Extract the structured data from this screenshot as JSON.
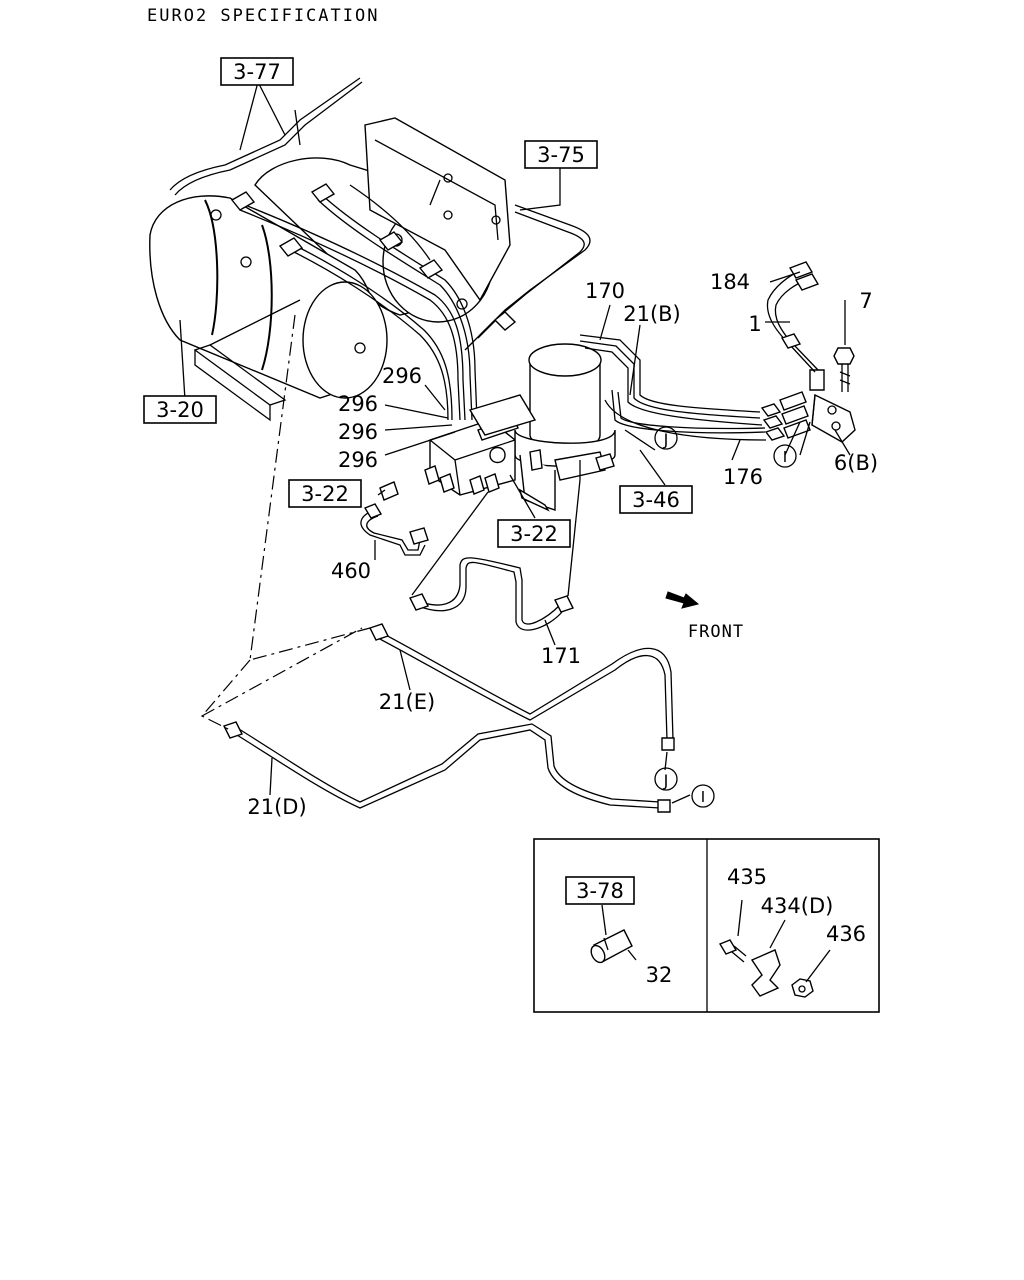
{
  "title": "EURO2 SPECIFICATION",
  "refs": {
    "r377": "3-77",
    "r375": "3-75",
    "r320": "3-20",
    "r322a": "3-22",
    "r322b": "3-22",
    "r346": "3-46",
    "r378": "3-78"
  },
  "parts": {
    "p184": "184",
    "p7": "7",
    "p1": "1",
    "p170": "170",
    "p21b": "21(B)",
    "p296a": "296",
    "p296b": "296",
    "p296c": "296",
    "p296d": "296",
    "p176": "176",
    "p6b": "6(B)",
    "p460": "460",
    "p171": "171",
    "p21e": "21(E)",
    "p21d": "21(D)",
    "p435": "435",
    "p434d": "434(D)",
    "p436": "436",
    "p32": "32"
  },
  "markers": {
    "j1": "J",
    "j2": "J",
    "i1": "I",
    "i2": "I"
  },
  "front_label": "FRONT"
}
